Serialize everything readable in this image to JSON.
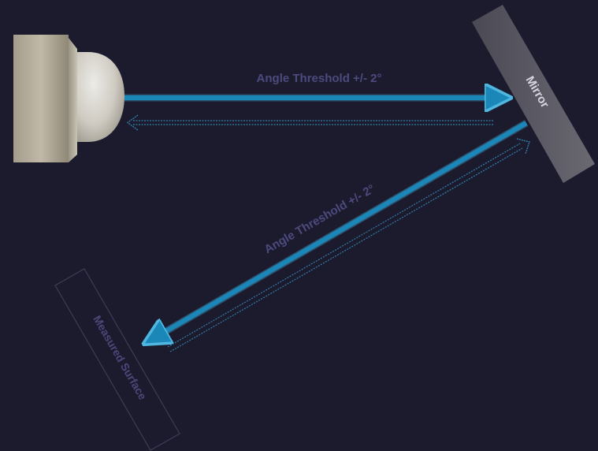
{
  "diagram": {
    "labels": {
      "threshold_top": "Angle Threshold +/- 2°",
      "threshold_diagonal": "Angle Threshold +/- 2°",
      "mirror": "Mirror",
      "measured_surface": "Measured Surface"
    },
    "icons": {
      "sensor": "autocollimator-sensor-icon",
      "mirror": "mirror-icon",
      "surface": "measured-surface-icon"
    },
    "colors": {
      "background": "#1c1b2e",
      "beam": "#1b86b8",
      "beam_highlight": "#4fb6e0",
      "return_beam": "#2f7fa8",
      "label": "#4d4a7e",
      "mirror_fill": "#5d5c66",
      "mirror_label": "#d7d6df",
      "surface_stroke": "#3d3b56",
      "surface_label": "#4b4878",
      "sensor_body": "#b3ab98",
      "sensor_dome": "#d9d6cf"
    }
  }
}
